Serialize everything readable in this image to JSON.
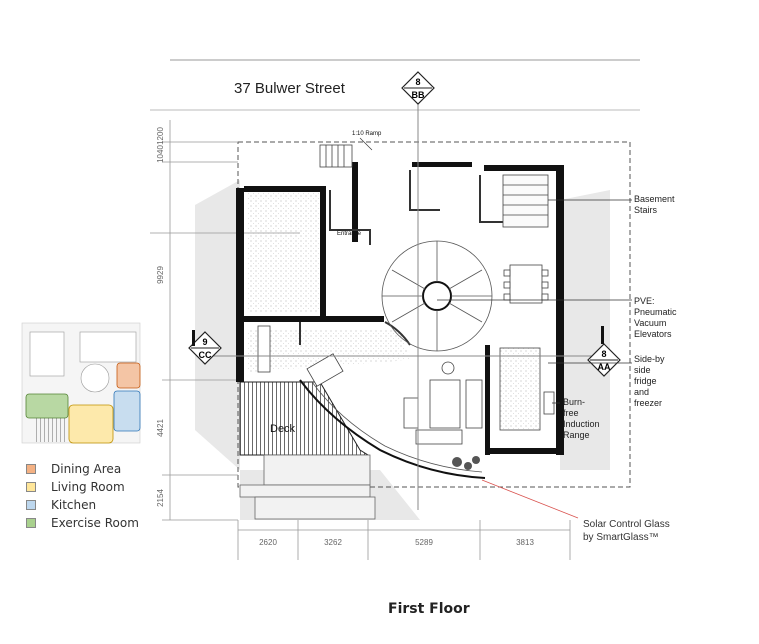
{
  "title": "37 Bulwer Street",
  "caption": "First Floor",
  "section_markers": [
    {
      "number": "8",
      "letters": "BB"
    },
    {
      "number": "9",
      "letters": "CC"
    },
    {
      "number": "8",
      "letters": "AA"
    }
  ],
  "room_labels": {
    "ramp": "1:10 Ramp",
    "entrance": "Entrance",
    "deck": "Deck"
  },
  "dimensions": {
    "vertical": [
      "1200",
      "1040",
      "9929",
      "4421",
      "2154"
    ],
    "horizontal": [
      "2620",
      "3262",
      "5289",
      "3813"
    ]
  },
  "annotations": {
    "basement": [
      "Basement",
      "Stairs"
    ],
    "pve": [
      "PVE:",
      "Pneumatic",
      "Vacuum",
      "Elevators"
    ],
    "fridge": [
      "Side-by",
      "side",
      "fridge",
      "and",
      "freezer"
    ],
    "induction": [
      "Burn-",
      "free",
      "Induction",
      "Range"
    ]
  },
  "callout": [
    "Solar Control Glass",
    "by SmartGlass™"
  ],
  "legend": [
    {
      "label": "Dining Area",
      "color": "#f4b183"
    },
    {
      "label": "Living Room",
      "color": "#ffe699"
    },
    {
      "label": "Kitchen",
      "color": "#bdd7ee"
    },
    {
      "label": "Exercise Room",
      "color": "#a9d18e"
    }
  ]
}
